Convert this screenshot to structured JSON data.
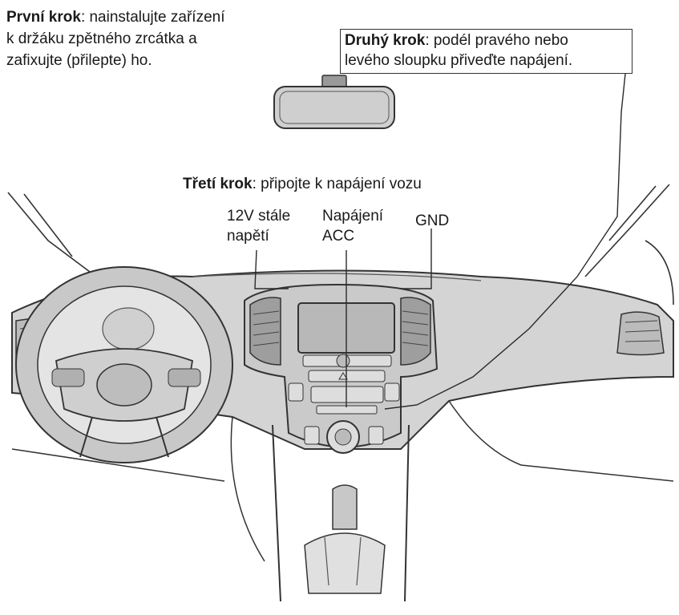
{
  "steps": {
    "step1": {
      "bold": "První krok",
      "rest": ": nainstalujte zařízení",
      "line2": "k držáku zpětného zrcátka a",
      "line3": "zafixujte (přilepte) ho."
    },
    "step2": {
      "bold": "Druhý krok",
      "rest": ": podél pravého nebo",
      "line2": "levého sloupku přiveďte napájení."
    },
    "step3": {
      "bold": "Třetí krok",
      "rest": ": připojte k napájení vozu"
    }
  },
  "labels": {
    "constant": {
      "line1": "12V stále",
      "line2": "napětí"
    },
    "acc": {
      "line1": "Napájení",
      "line2": "ACC"
    },
    "gnd": "GND"
  },
  "colors": {
    "fill": "#d4d4d4",
    "dark": "#9a9a9a",
    "line": "#2a2a2a"
  }
}
